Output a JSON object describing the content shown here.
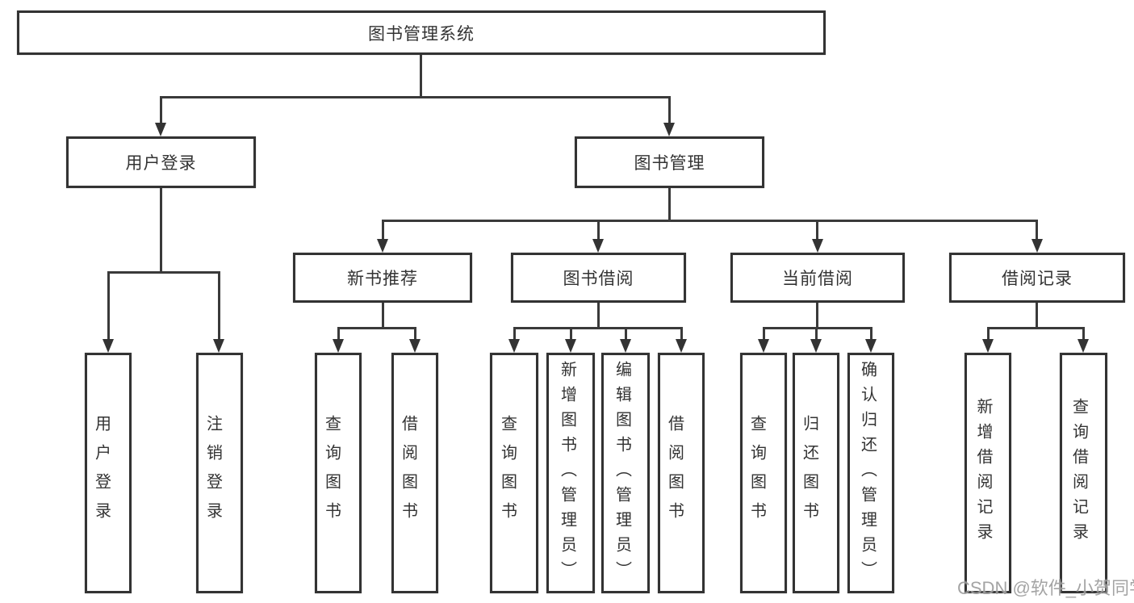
{
  "tree": {
    "root": {
      "label": "图书管理系统",
      "children": [
        {
          "label": "用户登录",
          "children": [
            {
              "label": "用户登录"
            },
            {
              "label": "注销登录"
            }
          ]
        },
        {
          "label": "图书管理",
          "children": [
            {
              "label": "新书推荐",
              "children": [
                {
                  "label": "查询图书"
                },
                {
                  "label": "借阅图书"
                }
              ]
            },
            {
              "label": "图书借阅",
              "children": [
                {
                  "label": "查询图书"
                },
                {
                  "label": "新增图书（管理员）"
                },
                {
                  "label": "编辑图书（管理员）"
                },
                {
                  "label": "借阅图书"
                }
              ]
            },
            {
              "label": "当前借阅",
              "children": [
                {
                  "label": "查询图书"
                },
                {
                  "label": "归还图书"
                },
                {
                  "label": "确认归还（管理员）"
                }
              ]
            },
            {
              "label": "借阅记录",
              "children": [
                {
                  "label": "新增借阅记录"
                },
                {
                  "label": "查询借阅记录"
                }
              ]
            }
          ]
        }
      ]
    }
  },
  "watermark": {
    "text": "CSDN @软件_小贺同学"
  },
  "colors": {
    "background": "#ffffff",
    "box_border": "#333333",
    "line": "#3a3a3a",
    "text": "#333333",
    "watermark": "#949494"
  }
}
